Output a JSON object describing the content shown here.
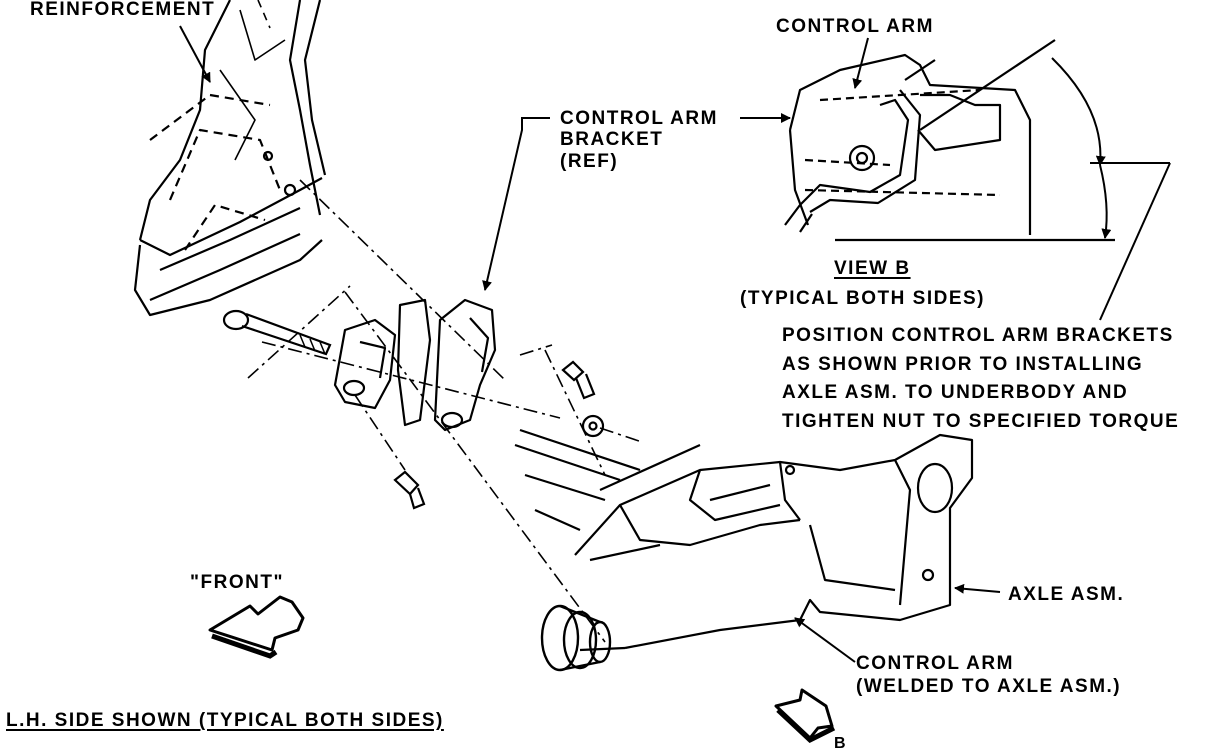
{
  "labels": {
    "reinforcement": "REINFORCEMENT",
    "control_arm_top": "CONTROL ARM",
    "bracket_line1": "CONTROL ARM",
    "bracket_line2": "BRACKET",
    "bracket_line3": "(REF)",
    "view_b": "VIEW B",
    "view_b_sub": "(TYPICAL BOTH SIDES)",
    "note_line1": "POSITION CONTROL ARM BRACKETS",
    "note_line2": "AS SHOWN PRIOR TO INSTALLING",
    "note_line3": "AXLE ASM. TO UNDERBODY AND",
    "note_line4": "TIGHTEN NUT TO SPECIFIED TORQUE",
    "front": "\"FRONT\"",
    "axle_asm": "AXLE ASM.",
    "control_arm_welded_1": "CONTROL ARM",
    "control_arm_welded_2": "(WELDED TO AXLE ASM.)",
    "side_note": "L.H. SIDE SHOWN (TYPICAL BOTH SIDES)",
    "view_letter": "B"
  }
}
